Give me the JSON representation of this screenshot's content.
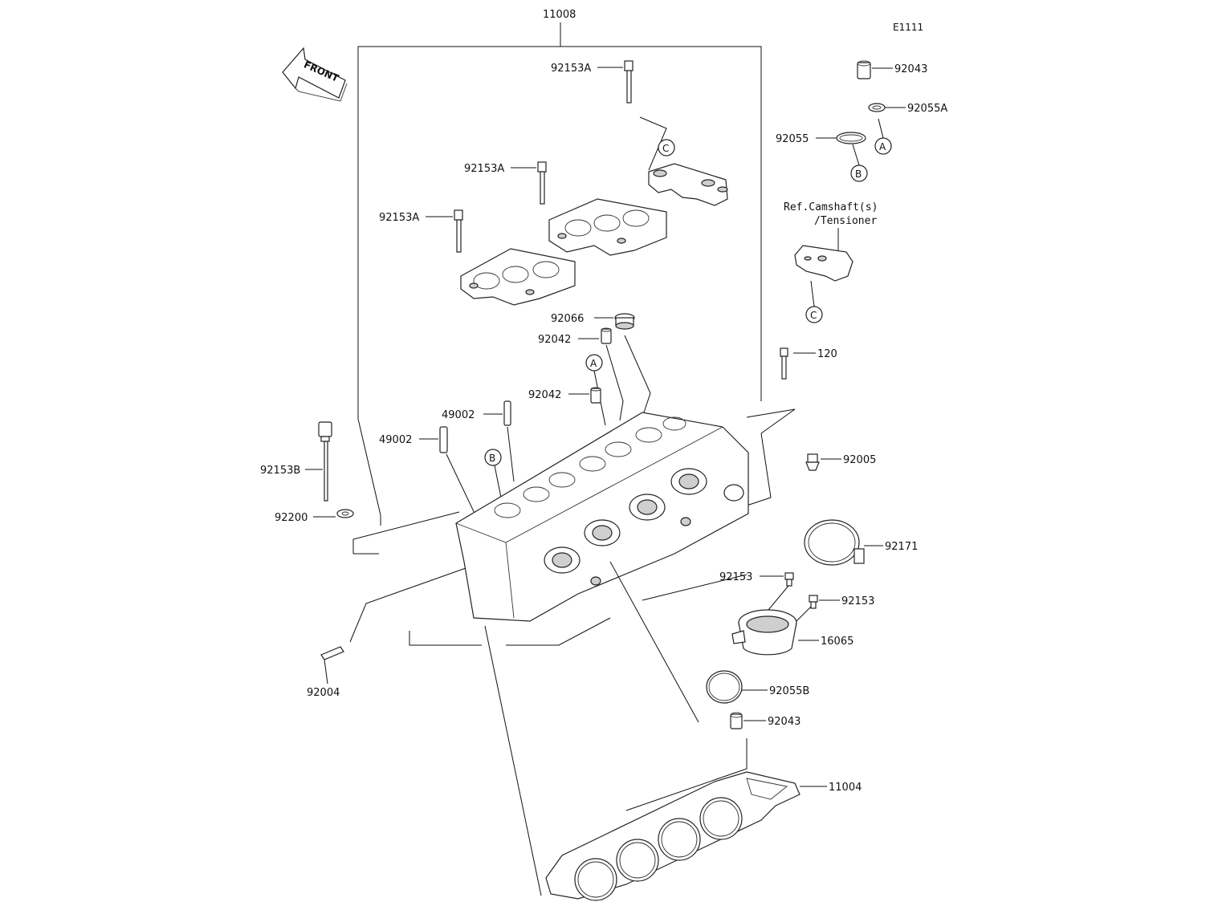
{
  "diagram_code": "E1111",
  "front_arrow": "FRONT",
  "reference_note": [
    "Ref.Camshaft(s)",
    "/Tensioner"
  ],
  "markers": {
    "a": "A",
    "b": "B",
    "c": "C"
  },
  "labels": {
    "p11008": "11008",
    "p92153A_1": "92153A",
    "p92153A_2": "92153A",
    "p92153A_3": "92153A",
    "p92043_top": "92043",
    "p92055A": "92055A",
    "p92055": "92055",
    "p92066": "92066",
    "p92042_1": "92042",
    "p92042_2": "92042",
    "p120": "120",
    "p49002_1": "49002",
    "p49002_2": "49002",
    "p92153B": "92153B",
    "p92200": "92200",
    "p92005": "92005",
    "p92171": "92171",
    "p92153_1": "92153",
    "p92153_2": "92153",
    "p16065": "16065",
    "p92055B": "92055B",
    "p92043_bottom": "92043",
    "p92004": "92004",
    "p11004": "11004"
  }
}
